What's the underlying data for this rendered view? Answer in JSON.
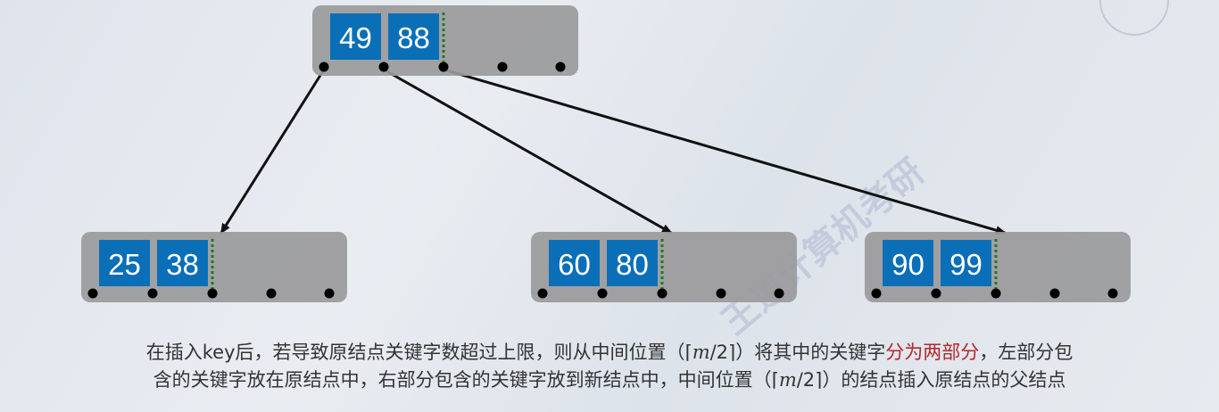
{
  "nodes": [
    {
      "id": "root",
      "keys": [
        "49",
        "88"
      ]
    },
    {
      "id": "left",
      "keys": [
        "25",
        "38"
      ]
    },
    {
      "id": "middle",
      "keys": [
        "60",
        "80"
      ]
    },
    {
      "id": "right",
      "keys": [
        "90",
        "99"
      ]
    }
  ],
  "edges": [
    {
      "from": "root",
      "pointer": 0,
      "to": "left"
    },
    {
      "from": "root",
      "pointer": 1,
      "to": "middle"
    },
    {
      "from": "root",
      "pointer": 2,
      "to": "right"
    }
  ],
  "caption": {
    "line1_a": "在插入key后，若导致原结点关键字数超过上限，则从中间位置（⌈",
    "line1_math": "m",
    "line1_b": "/2⌉）将其中的关键字",
    "line1_hl": "分为两部分",
    "line1_c": "，左部分包",
    "line2_a": "含的关键字放在原结点中，右部分包含的关键字放到新结点中，中间位置（⌈",
    "line2_math": "m",
    "line2_b": "/2⌉）的结点插入原结点的父结点"
  },
  "watermark": "王道计算机考研",
  "colors": {
    "key_box": "#0b6fb8",
    "node_bg": "#9a9a9c",
    "divider": "#1f7a1f",
    "highlight": "#b2282e"
  }
}
